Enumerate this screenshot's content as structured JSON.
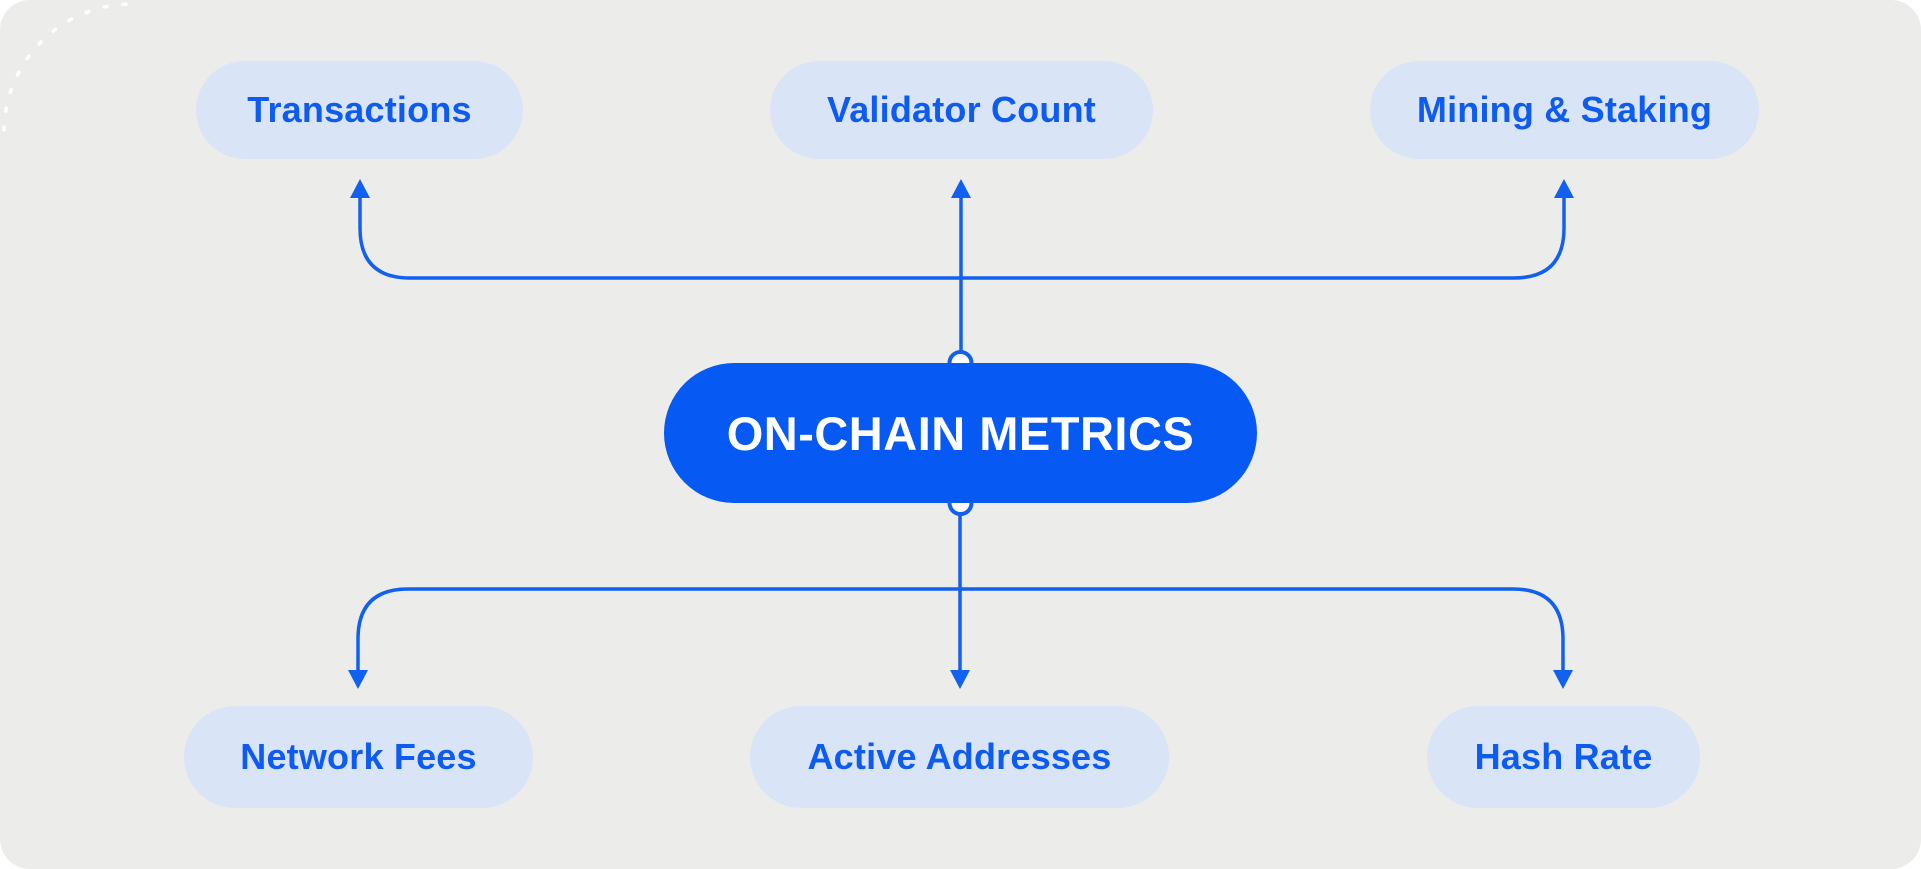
{
  "diagram": {
    "title": "ON-CHAIN METRICS",
    "type": "hub-and-spoke mind map",
    "colors": {
      "canvas_bg": "#ECECEB",
      "node_bg": "#D9E4F7",
      "node_text": "#0E5BEF",
      "center_bg": "#0659F2",
      "center_text": "#FFFFFF",
      "connector": "#1160EF"
    }
  },
  "center": {
    "label": "ON-CHAIN METRICS"
  },
  "nodes": {
    "top": [
      {
        "label": "Transactions"
      },
      {
        "label": "Validator Count"
      },
      {
        "label": "Mining & Staking"
      }
    ],
    "bottom": [
      {
        "label": "Network Fees"
      },
      {
        "label": "Active Addresses"
      },
      {
        "label": "Hash Rate"
      }
    ]
  }
}
